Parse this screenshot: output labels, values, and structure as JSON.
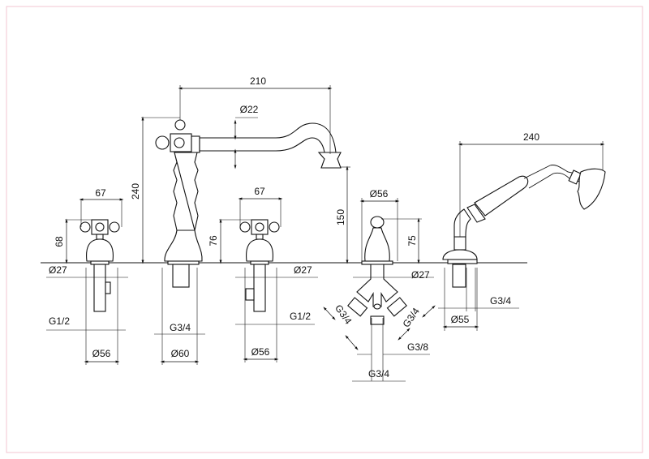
{
  "colors": {
    "frame": "#f3c6d2",
    "line": "#111111"
  },
  "basin_mixer": {
    "left_valve": {
      "width": "67",
      "height": "68",
      "inlet_diameter": "Ø27",
      "thread": "G1/2",
      "flange_diameter": "Ø56"
    },
    "spout": {
      "reach": "210",
      "height": "240",
      "pipe_diameter": "Ø22",
      "outlet_height": "150",
      "thread": "G3/4",
      "flange_diameter": "Ø60"
    },
    "right_valve": {
      "width": "67",
      "height": "76",
      "inlet_diameter": "Ø27",
      "thread": "G1/2",
      "flange_diameter": "Ø56"
    },
    "diverter": {
      "width": "Ø56",
      "height": "75",
      "inlet_diameter": "Ø27",
      "left_thread": "G3/4",
      "right_thread": "G3/4",
      "center_thread": "G3/8",
      "bottom_thread": "G3/4"
    },
    "hand_shower": {
      "length": "240",
      "thread": "G3/4",
      "flange_diameter": "Ø55"
    }
  }
}
